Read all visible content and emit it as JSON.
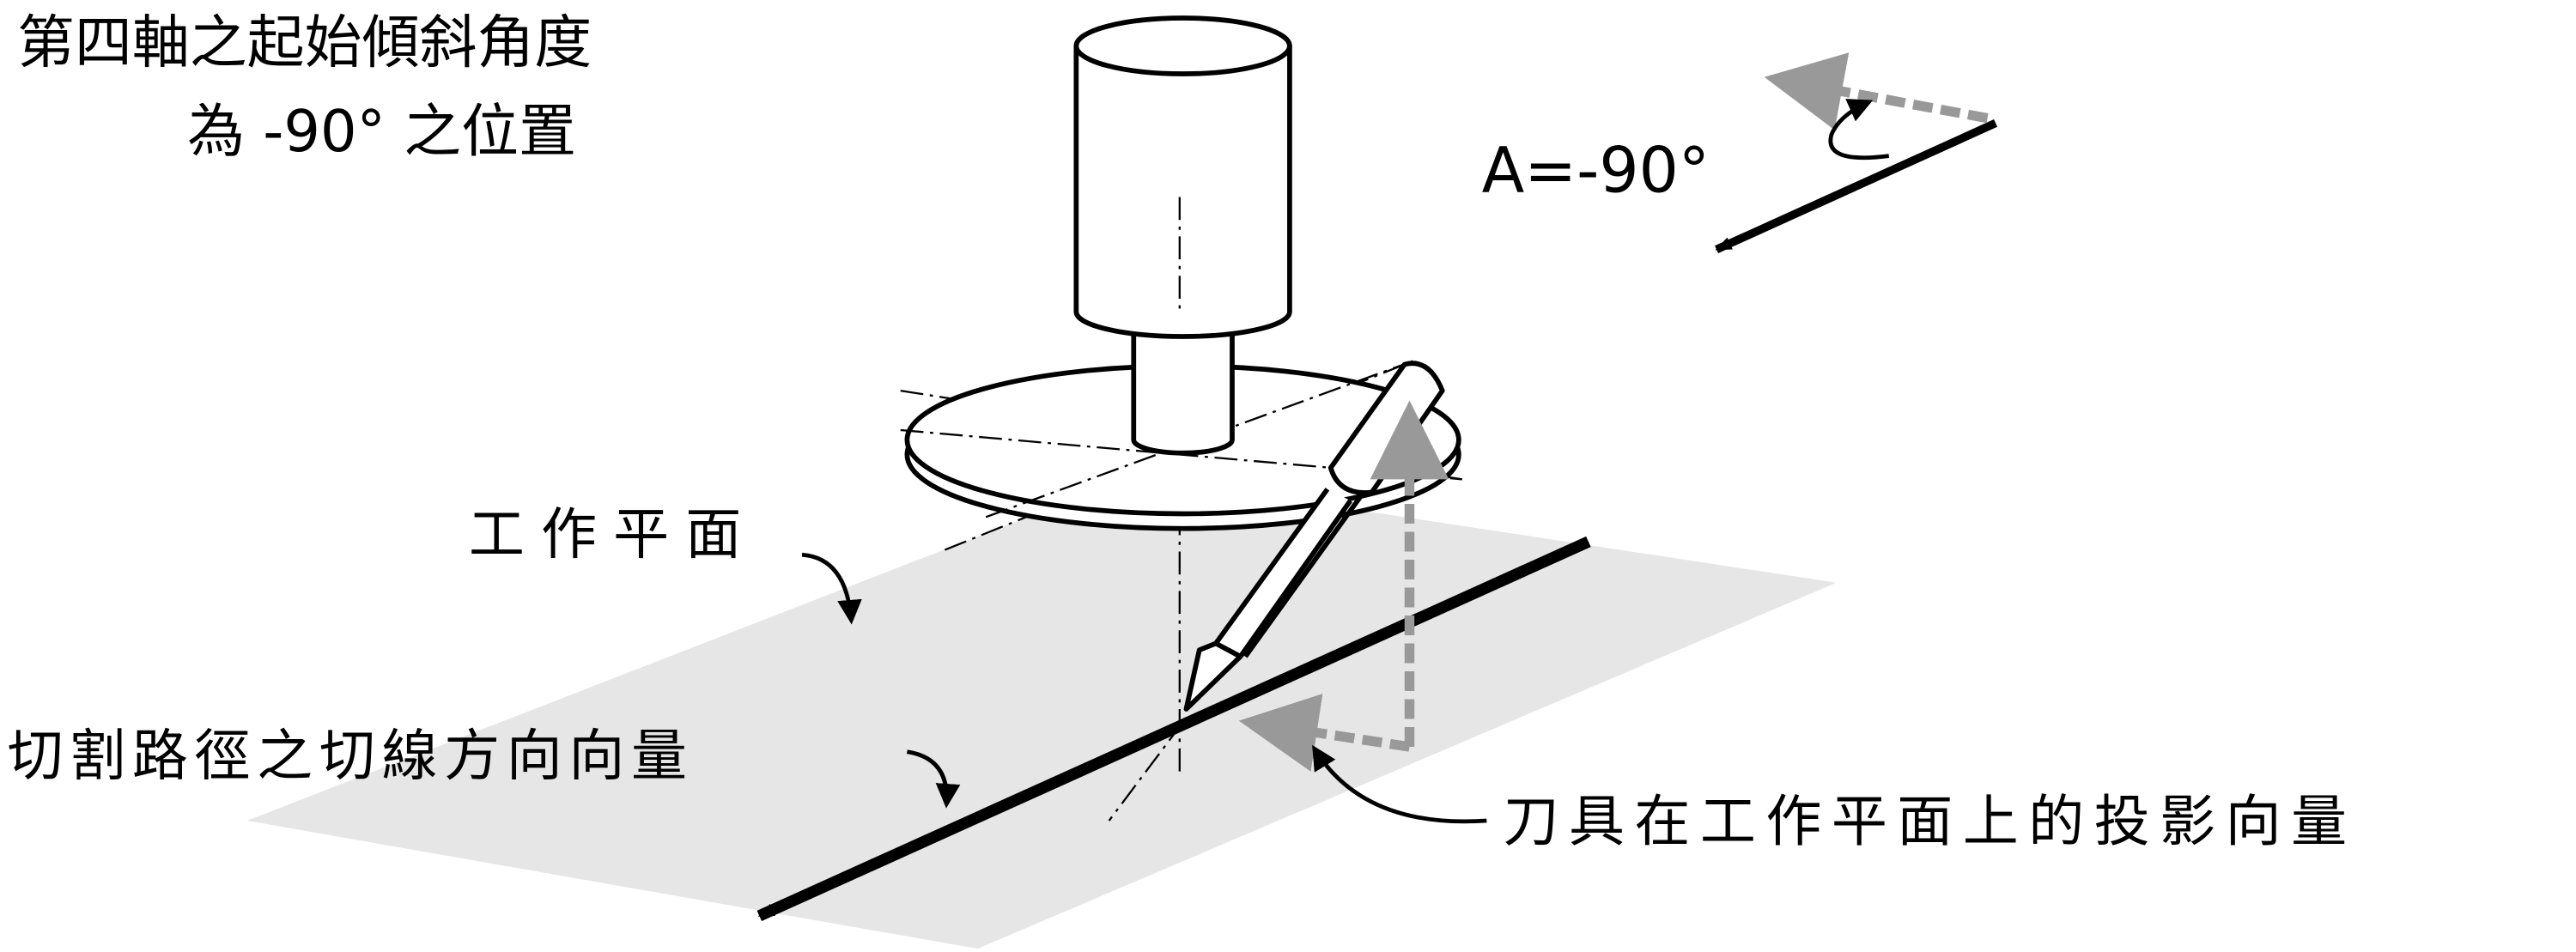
{
  "labels": {
    "title_line1": "第四軸之起始傾斜角度",
    "title_line2": "為 -90° 之位置",
    "angle": "A=-90°",
    "work_plane": "工作平面",
    "tangent_vector": "切割路徑之切線方向向量",
    "projection_vector": "刀具在工作平面上的投影向量"
  },
  "colors": {
    "plane": "#e6e6e6",
    "projection_arrow": "#999999",
    "line": "#000000"
  }
}
